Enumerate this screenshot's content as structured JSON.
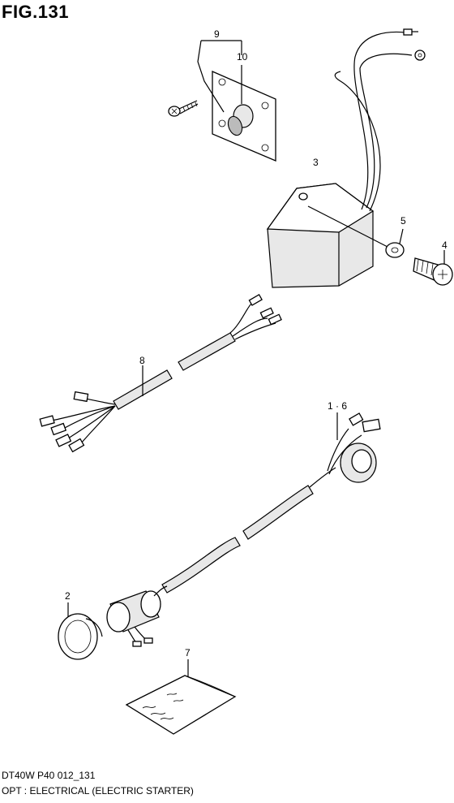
{
  "figure": {
    "title": "FIG.131"
  },
  "callouts": [
    {
      "id": "9",
      "label": "9"
    },
    {
      "id": "10",
      "label": "10"
    },
    {
      "id": "3",
      "label": "3"
    },
    {
      "id": "5",
      "label": "5"
    },
    {
      "id": "4",
      "label": "4"
    },
    {
      "id": "8",
      "label": "8"
    },
    {
      "id": "1-6",
      "label": "1 · 6"
    },
    {
      "id": "2",
      "label": "2"
    },
    {
      "id": "7",
      "label": "7"
    }
  ],
  "footer": {
    "model_code": "DT40W P40 012_131",
    "description": "OPT : ELECTRICAL (ELECTRIC STARTER)"
  }
}
